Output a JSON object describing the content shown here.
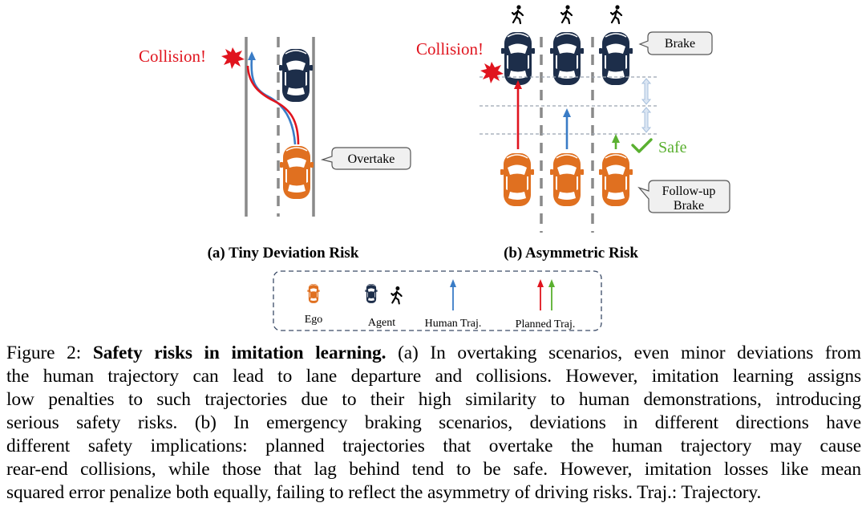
{
  "panel_a": {
    "collision_label": "Collision!",
    "callout_label": "Overtake",
    "subtitle": "(a) Tiny Deviation Risk"
  },
  "panel_b": {
    "collision_label": "Collision!",
    "brake_label": "Brake",
    "safe_label": "Safe",
    "followup_line1": "Follow-up",
    "followup_line2": "Brake",
    "subtitle": "(b) Asymmetric Risk"
  },
  "legend": {
    "ego": "Ego",
    "agent": "Agent",
    "human_traj": "Human Traj.",
    "planned_traj": "Planned Traj."
  },
  "colors": {
    "ego_orange": "#e07020",
    "agent_navy": "#1d2e4a",
    "collision_red": "#e0141e",
    "human_blue": "#3a7cc6",
    "safe_green": "#5ab030",
    "lane_gray": "#8a8a8a"
  },
  "caption": {
    "label": "Figure 2: ",
    "bold": "Safety risks in imitation learning.",
    "line1": " (a) In overtaking scenarios, even minor deviations from",
    "line2": "the human trajectory can lead to lane departure and collisions. However, imitation learning assigns",
    "line3": "low penalties to such trajectories due to their high similarity to human demonstrations, introducing",
    "line4": "serious safety risks.  (b) In emergency braking scenarios, deviations in different directions have",
    "line5": "different safety implications:  planned trajectories that overtake the human trajectory may cause",
    "line6": "rear-end collisions, while those that lag behind tend to be safe. However, imitation losses like mean",
    "line7": "squared error penalize both equally, failing to reflect the asymmetry of driving risks. Traj.: Trajectory."
  }
}
